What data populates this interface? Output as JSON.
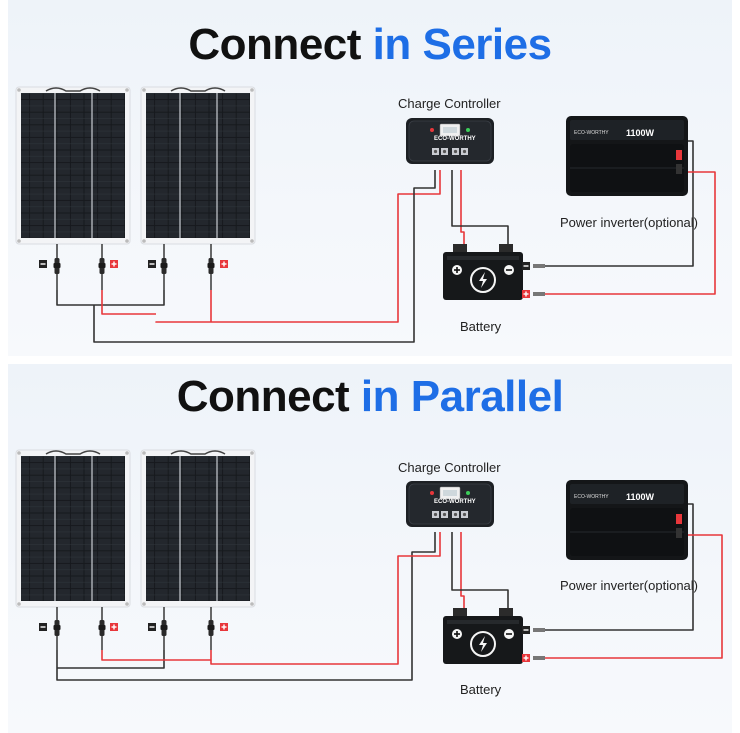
{
  "series": {
    "title_main": "Connect",
    "title_accent": "in Series",
    "charge_controller_label": "Charge Controller",
    "controller_brand": "ECO-WORTHY",
    "inverter_label": "Power inverter(optional)",
    "inverter_rating": "1100W",
    "inverter_brand": "ECO-WORTHY",
    "battery_label": "Battery",
    "negative_sign": "−",
    "positive_sign": "+"
  },
  "parallel": {
    "title_main": "Connect",
    "title_accent": "in Parallel",
    "charge_controller_label": "Charge Controller",
    "controller_brand": "ECO-WORTHY",
    "inverter_label": "Power inverter(optional)",
    "inverter_rating": "1100W",
    "inverter_brand": "ECO-WORTHY",
    "battery_label": "Battery",
    "negative_sign": "−",
    "positive_sign": "+"
  },
  "colors": {
    "accent": "#1e6ee6",
    "positive_wire": "#e8373b",
    "negative_wire": "#333333",
    "panel_cell": "#1c1f24",
    "background": "#eef3f9"
  }
}
